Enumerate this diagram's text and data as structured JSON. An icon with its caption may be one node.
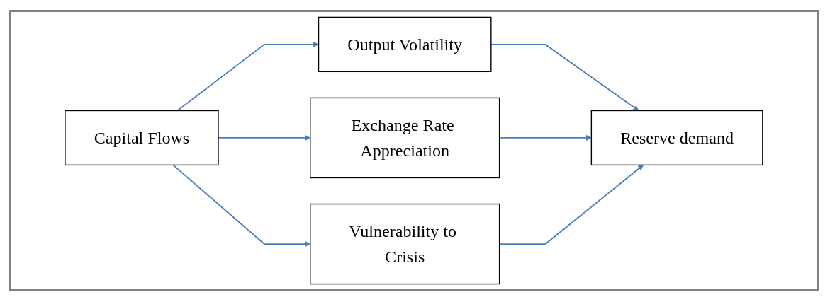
{
  "diagram": {
    "nodes": [
      {
        "text": [
          "Capital Flows"
        ]
      },
      {
        "text": [
          "Output Volatility"
        ]
      },
      {
        "text": [
          "Exchange Rate Appreciation"
        ]
      },
      {
        "text": [
          "Vulnerability to Crisis"
        ]
      },
      {
        "text": [
          "Reserve demand"
        ]
      }
    ],
    "edges": [
      {
        "from": 0,
        "to": 1,
        "arrow": "to"
      },
      {
        "from": 0,
        "to": 2,
        "arrow": "to"
      },
      {
        "from": 0,
        "to": 3,
        "arrow": "to"
      },
      {
        "from": 1,
        "to": 4,
        "arrow": "to"
      },
      {
        "from": 2,
        "to": 4,
        "arrow": "to"
      },
      {
        "from": 3,
        "to": 4,
        "arrow": "to"
      }
    ]
  }
}
